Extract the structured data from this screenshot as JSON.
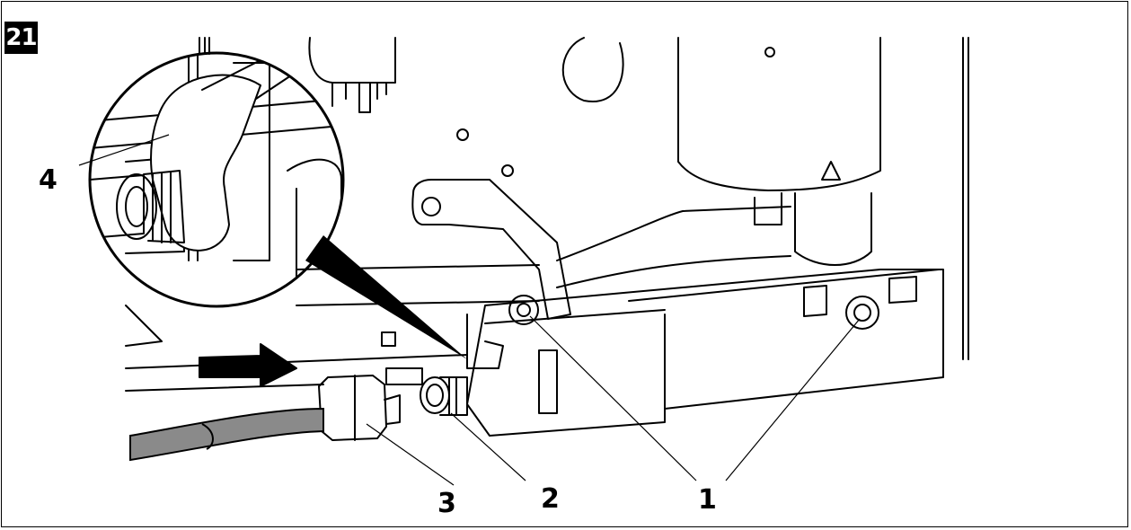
{
  "figure": {
    "number": "21",
    "callouts": {
      "c1": "1",
      "c2": "2",
      "c3": "3",
      "c4": "4"
    }
  },
  "colors": {
    "line": "#000000",
    "hose": "#8a8a8a",
    "background": "#ffffff"
  }
}
